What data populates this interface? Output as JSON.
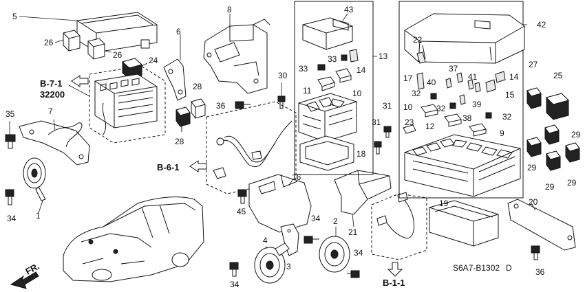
{
  "callouts": {
    "c1": "1",
    "c2": "2",
    "c3": "3",
    "c4": "4",
    "c5": "5",
    "c6": "6",
    "c7": "7",
    "c8": "8",
    "c9": "9",
    "c10a": "10",
    "c10b": "10",
    "c11": "11",
    "c12": "12",
    "c13": "13",
    "c14a": "14",
    "c14b": "14",
    "c15": "15",
    "c16": "16",
    "c17": "17",
    "c18": "18",
    "c19": "19",
    "c20": "20",
    "c21": "21",
    "c22": "22",
    "c23": "23",
    "c24": "24",
    "c25": "25",
    "c26a": "26",
    "c26b": "26",
    "c27": "27",
    "c28a": "28",
    "c28b": "28",
    "c29a": "29",
    "c29b": "29",
    "c29c": "29",
    "c29d": "29",
    "c30": "30",
    "c31a": "31",
    "c31b": "31",
    "c32a": "32",
    "c32b": "32",
    "c32c": "32",
    "c33a": "33",
    "c33b": "33",
    "c34a": "34",
    "c34b": "34",
    "c34c": "34",
    "c34d": "34",
    "c35": "35",
    "c36a": "36",
    "c36b": "36",
    "c37": "37",
    "c38": "38",
    "c39": "39",
    "c40": "40",
    "c41": "41",
    "c42": "42",
    "c43": "43",
    "c45": "45"
  },
  "references": {
    "b71": "B-7-1",
    "b71_code": "32200",
    "b61": "B-6-1",
    "b11": "B-1-1",
    "front": "FR."
  },
  "diagram_code": "S6A7-B1302",
  "diagram_suffix": "D"
}
